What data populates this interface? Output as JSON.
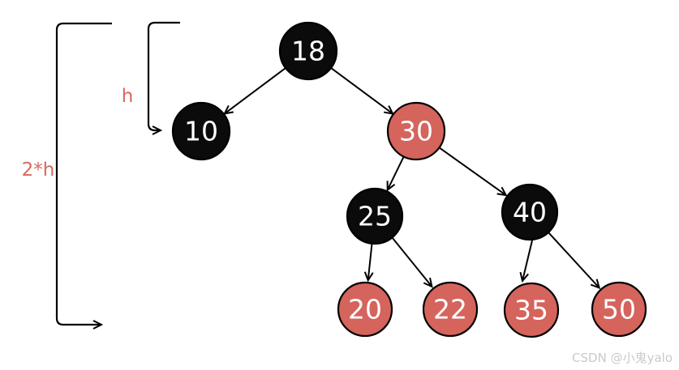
{
  "diagram_type": "red-black-tree",
  "colors": {
    "background": "#ffffff",
    "black_node": "#0b0b0b",
    "red_node": "#d5645d",
    "node_border": "#000000",
    "node_text": "#ffffff",
    "edge": "#000000",
    "bracket": "#000000",
    "bracket_label": "#d96761",
    "watermark": "#c8cbcb"
  },
  "brackets": {
    "outer_label": "2*h",
    "inner_label": "h"
  },
  "nodes": [
    {
      "value": "18",
      "color": "black"
    },
    {
      "value": "10",
      "color": "black"
    },
    {
      "value": "30",
      "color": "red"
    },
    {
      "value": "25",
      "color": "black"
    },
    {
      "value": "40",
      "color": "black"
    },
    {
      "value": "20",
      "color": "red"
    },
    {
      "value": "22",
      "color": "red"
    },
    {
      "value": "35",
      "color": "red"
    },
    {
      "value": "50",
      "color": "red"
    }
  ],
  "edges": [
    {
      "from": "18",
      "to": "10"
    },
    {
      "from": "18",
      "to": "30"
    },
    {
      "from": "30",
      "to": "25"
    },
    {
      "from": "30",
      "to": "40"
    },
    {
      "from": "25",
      "to": "20"
    },
    {
      "from": "25",
      "to": "22"
    },
    {
      "from": "40",
      "to": "35"
    },
    {
      "from": "40",
      "to": "50"
    }
  ],
  "watermark": {
    "text": "CSDN @小鬼yalo"
  }
}
